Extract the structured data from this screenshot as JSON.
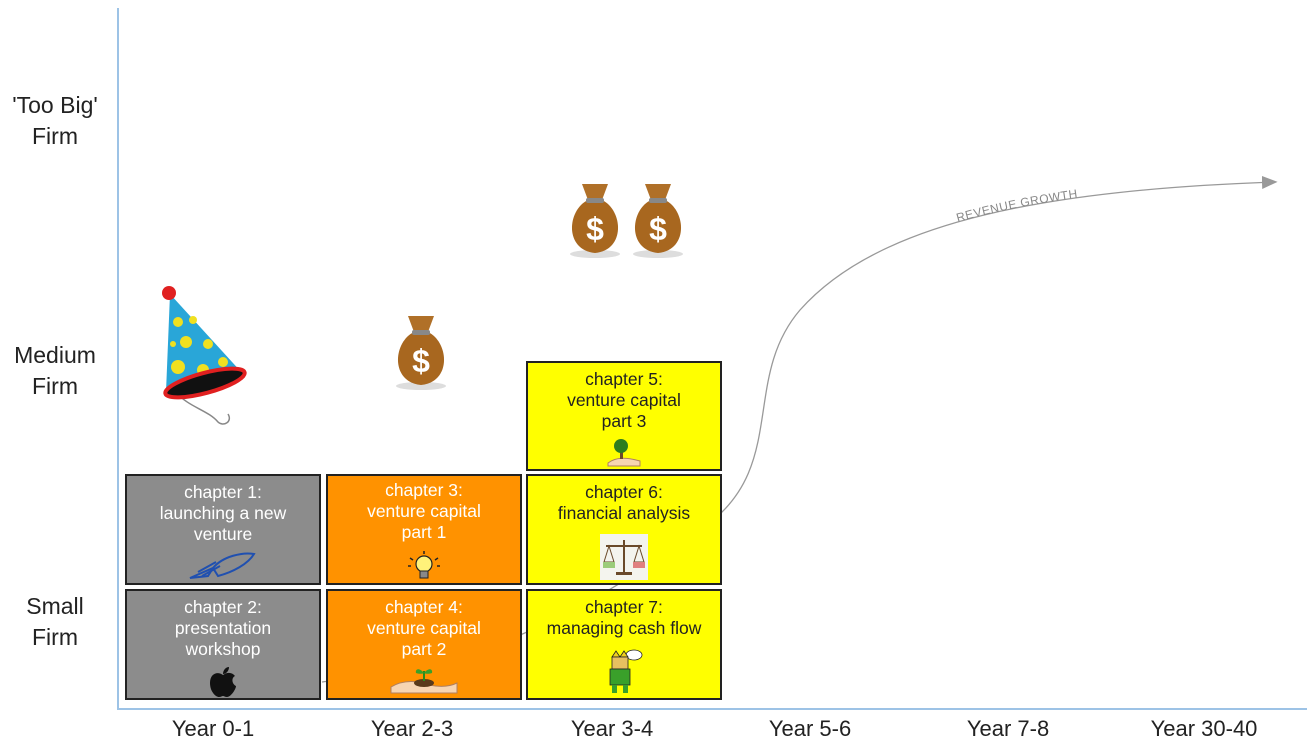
{
  "y_axis": {
    "levels": [
      {
        "line1": "'Too Big'",
        "line2": "Firm"
      },
      {
        "line1": "Medium",
        "line2": "Firm"
      },
      {
        "line1": "Small",
        "line2": "Firm"
      }
    ]
  },
  "x_axis": {
    "labels": [
      "Year 0-1",
      "Year 2-3",
      "Year 3-4",
      "Year 5-6",
      "Year 7-8",
      "Year 30-40"
    ]
  },
  "curve_label": "REVENUE GROWTH",
  "chapters": [
    {
      "line1": "chapter 1:",
      "line2": "launching a new",
      "line3": "venture",
      "color": "#8c8c8c",
      "icon": "rocket-icon"
    },
    {
      "line1": "chapter 2:",
      "line2": "presentation",
      "line3": "workshop",
      "color": "#8c8c8c",
      "icon": "apple-logo-icon"
    },
    {
      "line1": "chapter 3:",
      "line2": "venture capital",
      "line3": "part 1",
      "color": "#ff9200",
      "icon": "lightbulb-icon"
    },
    {
      "line1": "chapter 4:",
      "line2": "venture capital",
      "line3": "part 2",
      "color": "#ff9200",
      "icon": "seedling-hands-icon"
    },
    {
      "line1": "chapter 5:",
      "line2": "venture capital",
      "line3": "part 3",
      "color": "#ffff00",
      "icon": "tree-hand-icon"
    },
    {
      "line1": "chapter 6:",
      "line2": "financial analysis",
      "color": "#ffff00",
      "icon": "balance-scale-icon"
    },
    {
      "line1": "chapter 7:",
      "line2": "managing cash flow",
      "color": "#ffff00",
      "icon": "money-character-icon"
    }
  ],
  "colors": {
    "axis": "#9dc3e6",
    "bag": "#a8671f",
    "curve": "#999999"
  }
}
